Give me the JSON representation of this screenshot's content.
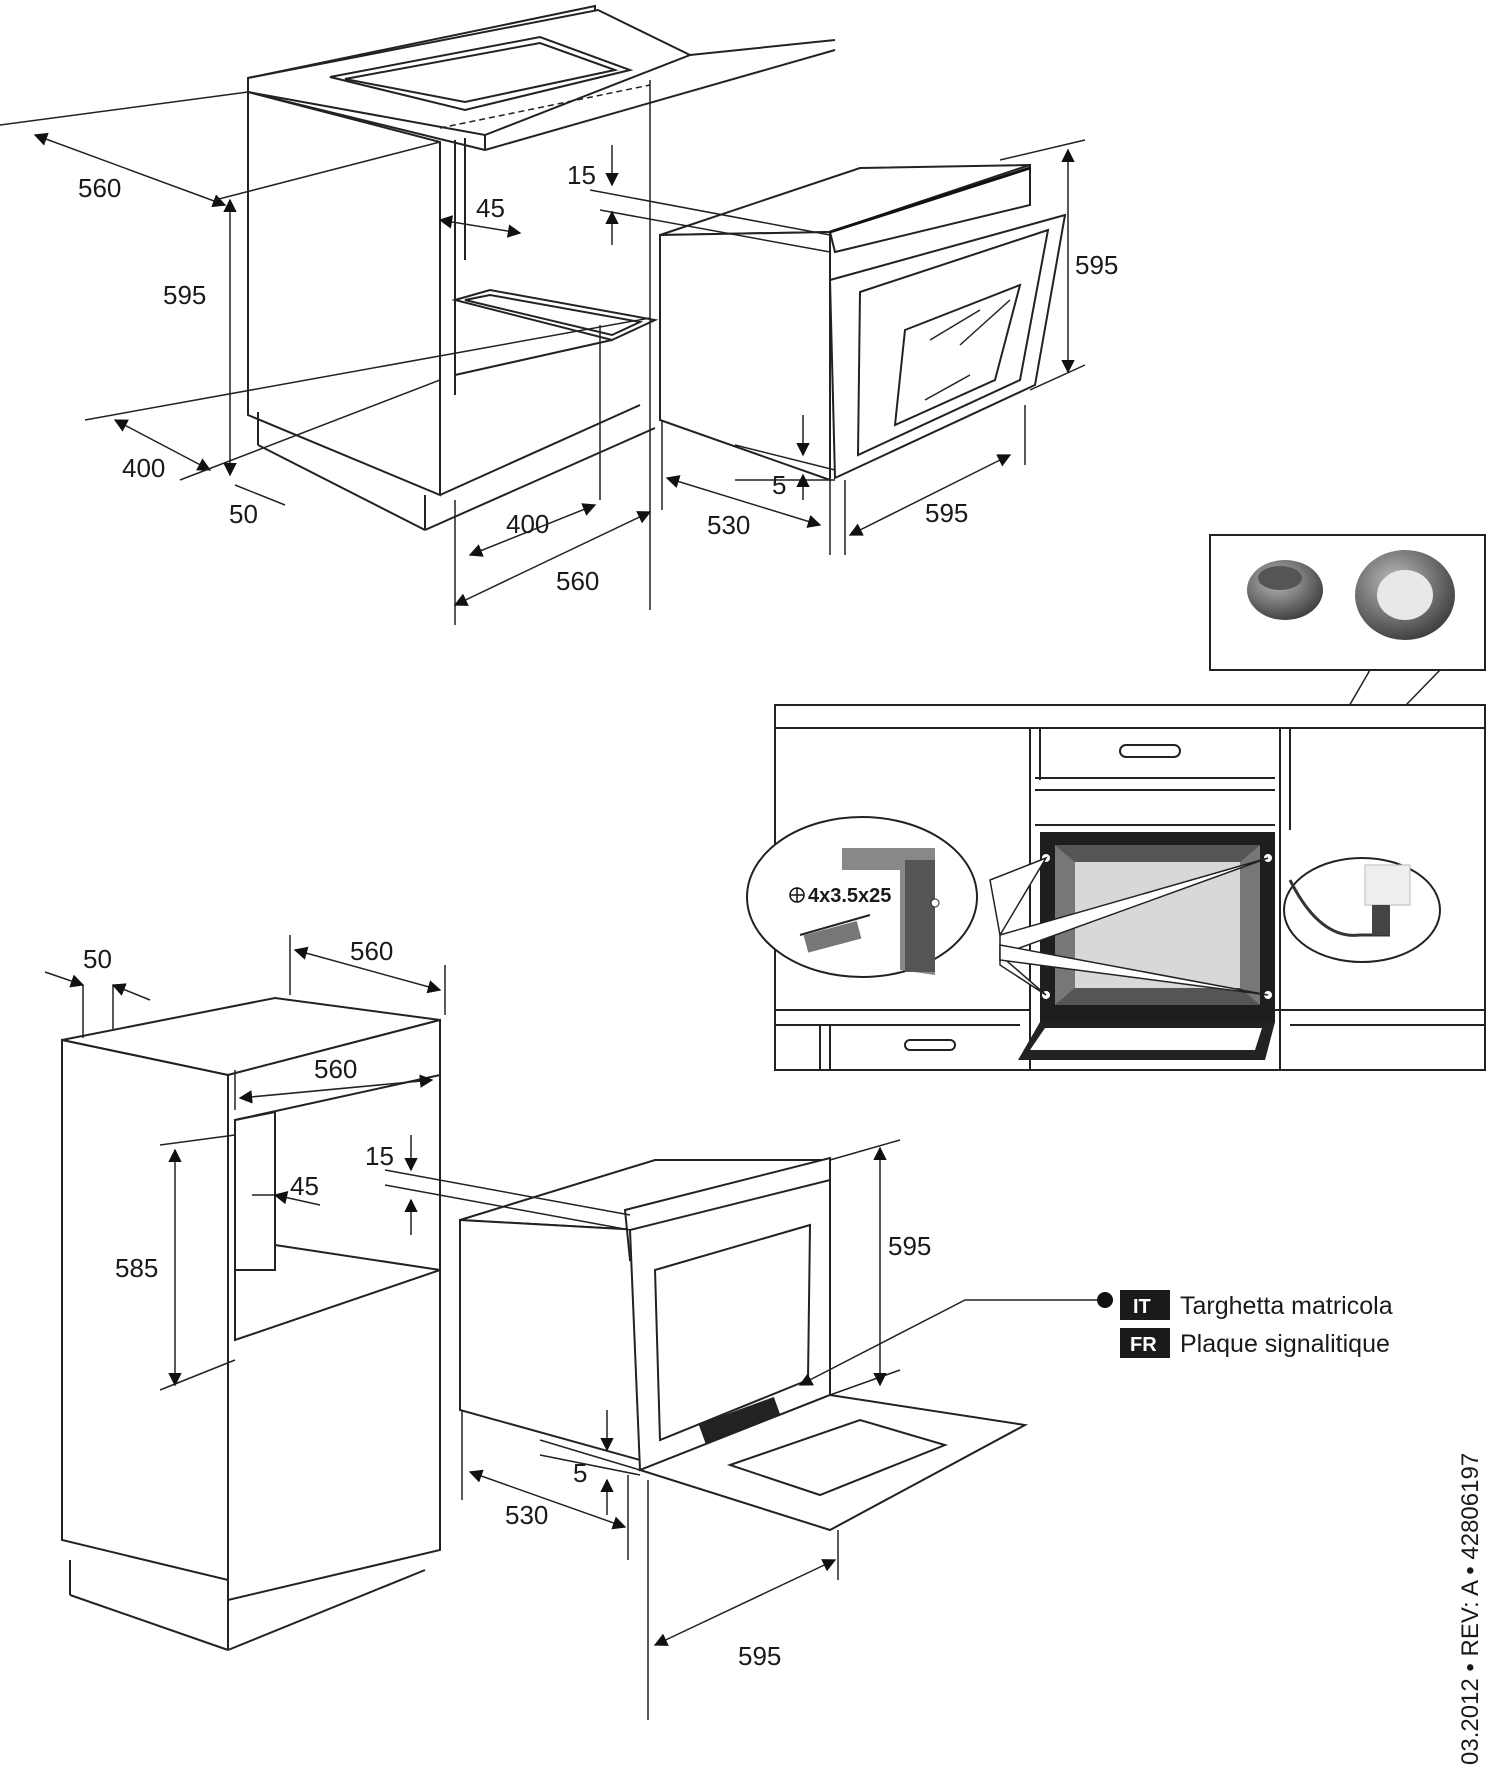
{
  "top_diagram": {
    "dims": {
      "d560_left": "560",
      "d595_left": "595",
      "d45": "45",
      "d15": "15",
      "d595_right": "595",
      "d400_left": "400",
      "d50": "50",
      "d400_bottom": "400",
      "d560_bottom": "560",
      "d5": "5",
      "d530": "530",
      "d595_bottom": "595"
    }
  },
  "install_detail": {
    "screw_spec": "4x3.5x25",
    "screw_icon": "cross-circle-icon"
  },
  "bottom_diagram": {
    "dims": {
      "d50": "50",
      "d560_top": "560",
      "d560_inner": "560",
      "d15": "15",
      "d45": "45",
      "d585": "585",
      "d595_right": "595",
      "d5": "5",
      "d530": "530",
      "d595_bottom": "595"
    }
  },
  "legend": [
    {
      "code": "IT",
      "text": "Targhetta matricola"
    },
    {
      "code": "FR",
      "text": "Plaque signalitique"
    }
  ],
  "doc_ref": "03.2012 • REV: A • 42806197",
  "colors": {
    "line": "#222222",
    "tag_bg": "#1a1a1a",
    "tag_text": "#ffffff"
  }
}
